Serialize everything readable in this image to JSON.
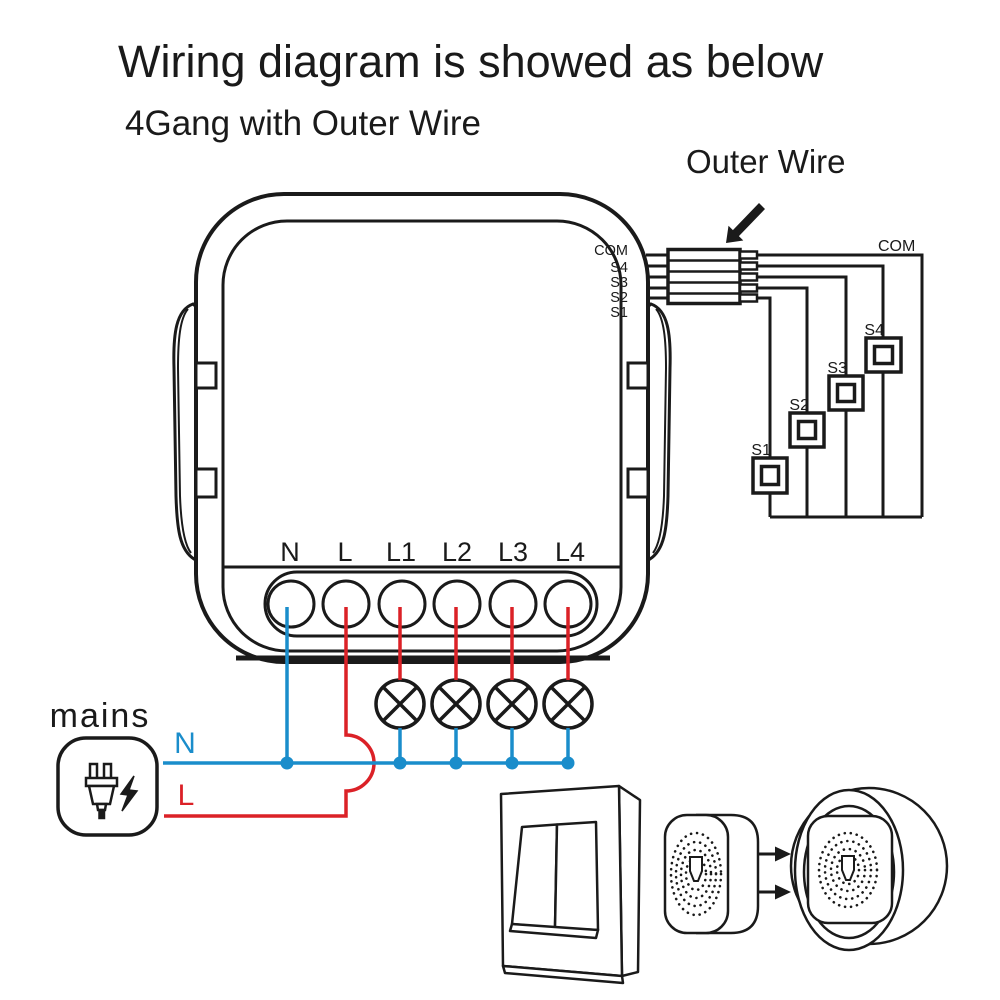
{
  "title": "Wiring diagram is showed as below",
  "subtitle": "4Gang with Outer Wire",
  "annotations": {
    "outer_wire": "Outer Wire"
  },
  "mains": {
    "label": "mains",
    "neutral": "N",
    "live": "L"
  },
  "module": {
    "signal_terminals": [
      "COM",
      "S4",
      "S3",
      "S2",
      "S1"
    ],
    "power_terminals": [
      "N",
      "L",
      "L1",
      "L2",
      "L3",
      "L4"
    ]
  },
  "switch_bank": {
    "com": "COM",
    "switches": [
      "S1",
      "S2",
      "S3",
      "S4"
    ]
  },
  "lamps": {
    "count": 4
  },
  "colors": {
    "neutral_blue": "#1A8DCB",
    "live_red": "#DB2127",
    "line": "#1A1A1A"
  }
}
